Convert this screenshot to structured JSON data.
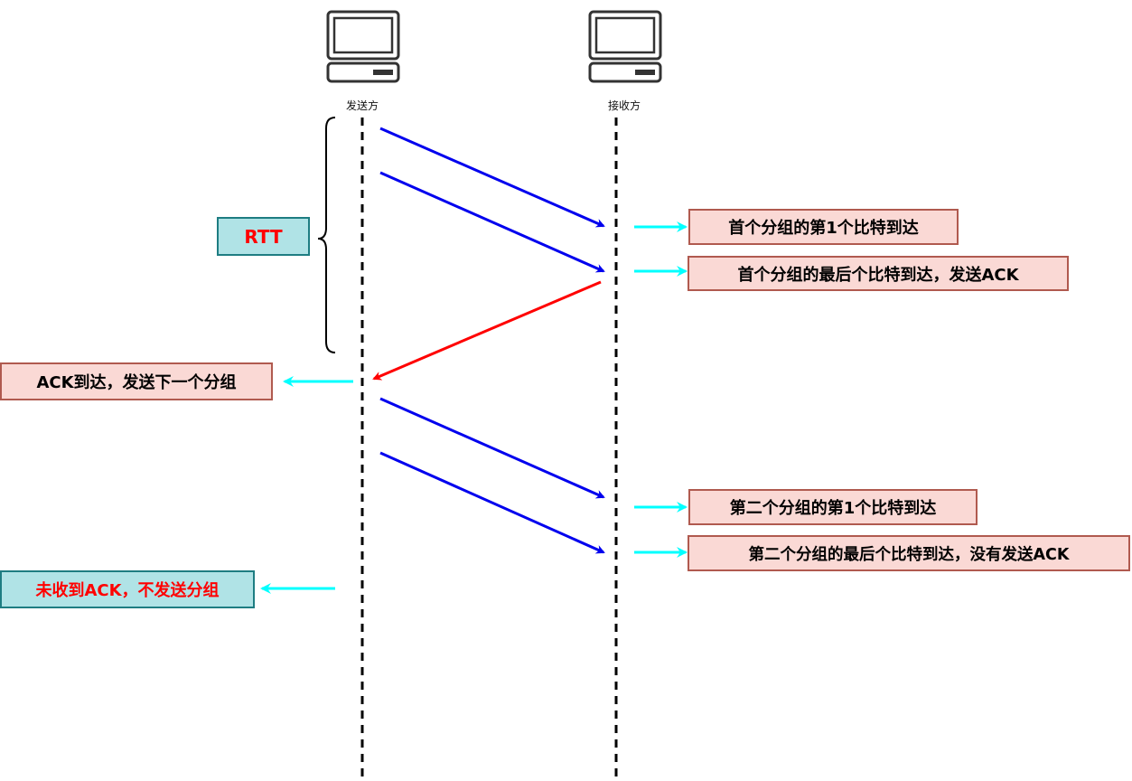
{
  "nodes": {
    "sender": {
      "label": "发送方"
    },
    "receiver": {
      "label": "接收方"
    }
  },
  "labels": {
    "rtt": "RTT",
    "first_bit_packet1": "首个分组的第1个比特到达",
    "last_bit_packet1": "首个分组的最后个比特到达，发送ACK",
    "ack_arrived": "ACK到达，发送下一个分组",
    "first_bit_packet2": "第二个分组的第1个比特到达",
    "last_bit_packet2": "第二个分组的最后个比特到达，没有发送ACK",
    "no_ack": "未收到ACK，不发送分组"
  },
  "colors": {
    "data_arrow": "#0000ee",
    "ack_arrow": "#ff0000",
    "pointer_arrow": "#00ffff",
    "note_fill": "#fad9d5",
    "note_border": "#b05a4f",
    "highlight_fill": "#b0e3e6",
    "highlight_border": "#1e7d82"
  }
}
